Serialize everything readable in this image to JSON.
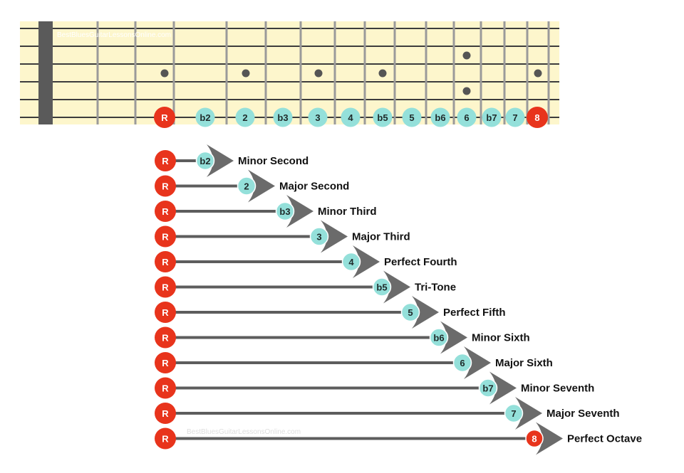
{
  "colors": {
    "fretboard": "#fdf6cc",
    "string": "#3c3c3c",
    "fret": "#9a9a9a",
    "nut": "#5a5a5a",
    "inlay": "#555555",
    "root": "#e8341c",
    "interval": "#94e0da",
    "connector": "#5d5d5d",
    "arrow": "#6b6b6b"
  },
  "watermarks": {
    "fretboard": "BestBluesGuitarLessonsOnline.com",
    "chart": "BestBluesGuitarLessonsOnline.com"
  },
  "fretboard_notes": [
    {
      "label": "R",
      "kind": "root"
    },
    {
      "label": "b2",
      "kind": "interval"
    },
    {
      "label": "2",
      "kind": "interval"
    },
    {
      "label": "b3",
      "kind": "interval"
    },
    {
      "label": "3",
      "kind": "interval"
    },
    {
      "label": "4",
      "kind": "interval"
    },
    {
      "label": "b5",
      "kind": "interval"
    },
    {
      "label": "5",
      "kind": "interval"
    },
    {
      "label": "b6",
      "kind": "interval"
    },
    {
      "label": "6",
      "kind": "interval"
    },
    {
      "label": "b7",
      "kind": "interval"
    },
    {
      "label": "7",
      "kind": "interval"
    },
    {
      "label": "8",
      "kind": "root"
    }
  ],
  "intervals": [
    {
      "root": "R",
      "note": "b2",
      "name": "Minor Second",
      "semitones": 1
    },
    {
      "root": "R",
      "note": "2",
      "name": "Major Second",
      "semitones": 2
    },
    {
      "root": "R",
      "note": "b3",
      "name": "Minor Third",
      "semitones": 3
    },
    {
      "root": "R",
      "note": "3",
      "name": "Major Third",
      "semitones": 4
    },
    {
      "root": "R",
      "note": "4",
      "name": "Perfect Fourth",
      "semitones": 5
    },
    {
      "root": "R",
      "note": "b5",
      "name": "Tri-Tone",
      "semitones": 6
    },
    {
      "root": "R",
      "note": "5",
      "name": "Perfect Fifth",
      "semitones": 7
    },
    {
      "root": "R",
      "note": "b6",
      "name": "Minor Sixth",
      "semitones": 8
    },
    {
      "root": "R",
      "note": "6",
      "name": "Major Sixth",
      "semitones": 9
    },
    {
      "root": "R",
      "note": "b7",
      "name": "Minor Seventh",
      "semitones": 10
    },
    {
      "root": "R",
      "note": "7",
      "name": "Major Seventh",
      "semitones": 11
    },
    {
      "root": "R",
      "note": "8",
      "name": "Perfect Octave",
      "semitones": 12
    }
  ]
}
